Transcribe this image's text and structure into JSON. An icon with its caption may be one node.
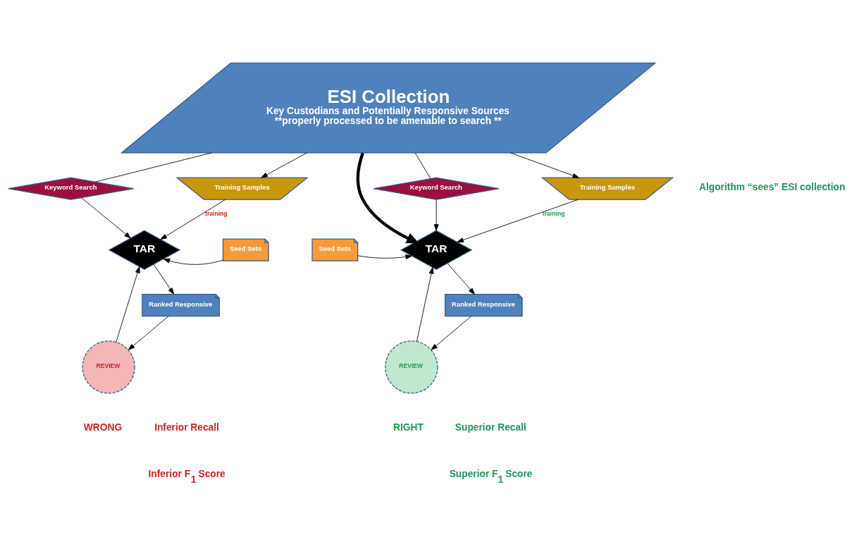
{
  "diagram": {
    "nodes": [
      {
        "text": [
          "ESI Collection",
          "Key Custodians and Potentially Responsive Sources",
          "**properly processed to be amenable to search **"
        ]
      },
      {
        "text": [
          "Keyword Search"
        ]
      },
      {
        "text": [
          "Training Samples"
        ]
      },
      {
        "text": [
          "TAR"
        ]
      },
      {
        "text": [
          "Seed Sets"
        ]
      },
      {
        "text": [
          "Ranked Responsive"
        ]
      },
      {
        "text": [
          "REVIEW"
        ]
      },
      {
        "text": [
          "Keyword Search"
        ]
      },
      {
        "text": [
          "Training Samples"
        ]
      },
      {
        "text": [
          "Seed Sets"
        ]
      },
      {
        "text": [
          "TAR"
        ]
      },
      {
        "text": [
          "Ranked Responsive"
        ]
      },
      {
        "text": [
          "REVIEW"
        ]
      }
    ],
    "edges": [
      {
        "from": 0,
        "to": 1,
        "arrow": "none"
      },
      {
        "from": 0,
        "to": 2,
        "arrow": "to"
      },
      {
        "from": 1,
        "to": 3,
        "arrow": "to"
      },
      {
        "from": 2,
        "to": 3,
        "arrow": "to",
        "label": "training"
      },
      {
        "from": 4,
        "to": 3,
        "arrow": "to"
      },
      {
        "from": 6,
        "to": 3,
        "arrow": "to"
      },
      {
        "from": 3,
        "to": 5,
        "arrow": "to"
      },
      {
        "from": 5,
        "to": 6,
        "arrow": "to"
      },
      {
        "from": 0,
        "to": 7,
        "arrow": "none"
      },
      {
        "from": 0,
        "to": 8,
        "arrow": "to"
      },
      {
        "from": 0,
        "to": 10,
        "arrow": "to",
        "style": "thick"
      },
      {
        "from": 7,
        "to": 10,
        "arrow": "to"
      },
      {
        "from": 8,
        "to": 10,
        "arrow": "to",
        "label": "training"
      },
      {
        "from": 9,
        "to": 10,
        "arrow": "to"
      },
      {
        "from": 12,
        "to": 10,
        "arrow": "to"
      },
      {
        "from": 10,
        "to": 11,
        "arrow": "to"
      },
      {
        "from": 11,
        "to": 12,
        "arrow": "to"
      }
    ],
    "labels": [
      "Algorithm “sees” ESI collection",
      "Inferior Recall",
      "Inferior F$_{1}$ Score",
      "WRONG",
      "RIGHT",
      "Superior Recall",
      "Superior F$_{1}$ Score"
    ]
  }
}
